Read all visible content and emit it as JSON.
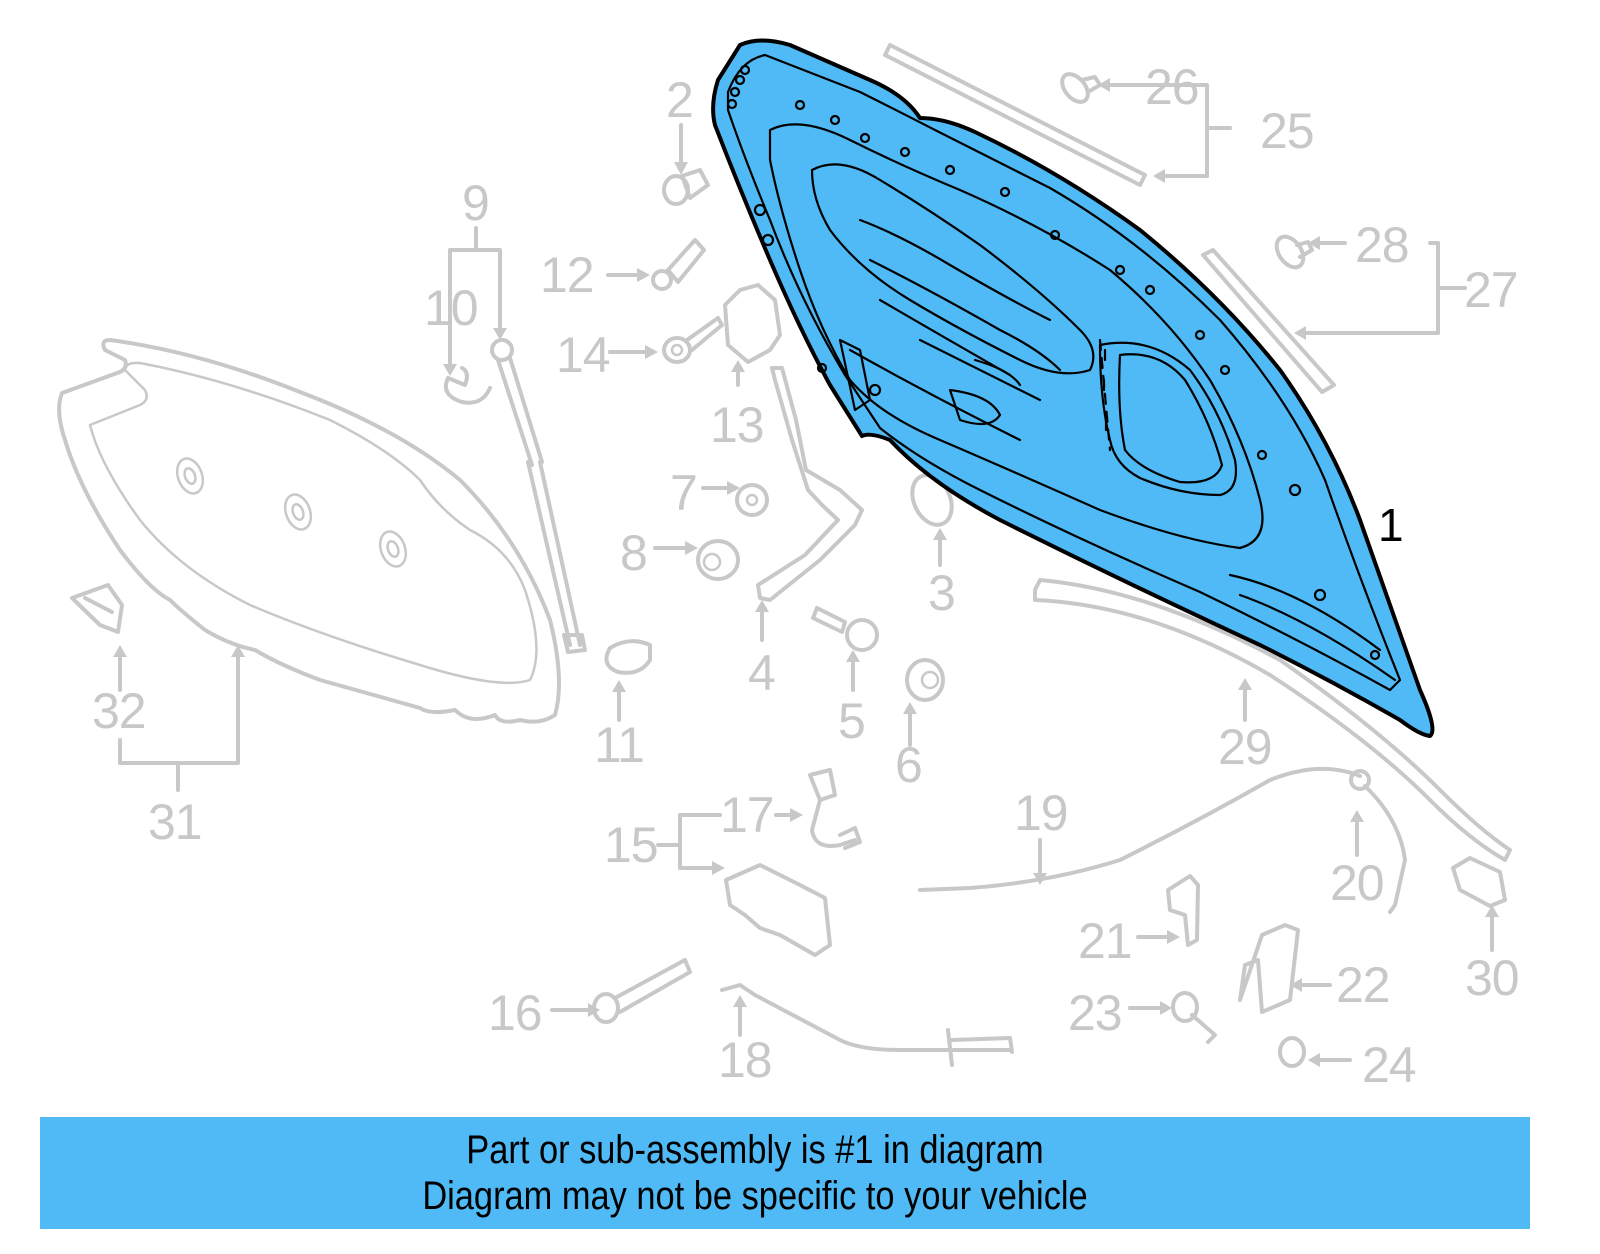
{
  "diagram": {
    "title": "Hood assembly parts diagram",
    "highlighted_part": "1",
    "highlight_color": "#4fbaf5",
    "inactive_color": "#c8c8c8",
    "callouts": [
      {
        "id": "1",
        "label": "1"
      },
      {
        "id": "2",
        "label": "2"
      },
      {
        "id": "3",
        "label": "3"
      },
      {
        "id": "4",
        "label": "4"
      },
      {
        "id": "5",
        "label": "5"
      },
      {
        "id": "6",
        "label": "6"
      },
      {
        "id": "7",
        "label": "7"
      },
      {
        "id": "8",
        "label": "8"
      },
      {
        "id": "9",
        "label": "9"
      },
      {
        "id": "10",
        "label": "10"
      },
      {
        "id": "11",
        "label": "11"
      },
      {
        "id": "12",
        "label": "12"
      },
      {
        "id": "13",
        "label": "13"
      },
      {
        "id": "14",
        "label": "14"
      },
      {
        "id": "15",
        "label": "15"
      },
      {
        "id": "16",
        "label": "16"
      },
      {
        "id": "17",
        "label": "17"
      },
      {
        "id": "18",
        "label": "18"
      },
      {
        "id": "19",
        "label": "19"
      },
      {
        "id": "20",
        "label": "20"
      },
      {
        "id": "21",
        "label": "21"
      },
      {
        "id": "22",
        "label": "22"
      },
      {
        "id": "23",
        "label": "23"
      },
      {
        "id": "24",
        "label": "24"
      },
      {
        "id": "25",
        "label": "25"
      },
      {
        "id": "26",
        "label": "26"
      },
      {
        "id": "27",
        "label": "27"
      },
      {
        "id": "28",
        "label": "28"
      },
      {
        "id": "29",
        "label": "29"
      },
      {
        "id": "30",
        "label": "30"
      },
      {
        "id": "31",
        "label": "31"
      },
      {
        "id": "32",
        "label": "32"
      }
    ]
  },
  "banner": {
    "line1": "Part or sub-assembly is #1 in diagram",
    "line2": "Diagram may not be specific to your vehicle",
    "background": "#4fbaf5"
  }
}
